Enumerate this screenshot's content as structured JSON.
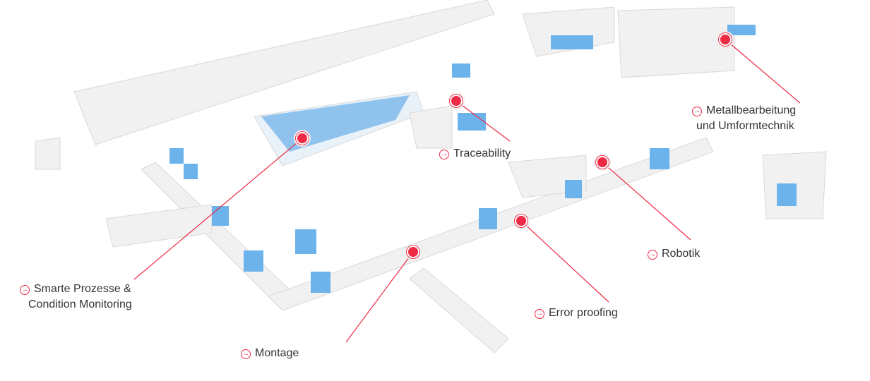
{
  "accent_color": "#ee2a44",
  "hotspots": [
    {
      "id": "metall",
      "label_line1": "Metallbearbeitung",
      "label_line2": "und Umformtechnik",
      "icon": "arrow-right-circle-icon"
    },
    {
      "id": "traceability",
      "label_line1": "Traceability",
      "icon": "arrow-right-circle-icon"
    },
    {
      "id": "smarte",
      "label_line1": "Smarte Prozesse &",
      "label_line2": "Condition Monitoring",
      "icon": "arrow-right-circle-icon"
    },
    {
      "id": "robotik",
      "label_line1": "Robotik",
      "icon": "arrow-right-circle-icon"
    },
    {
      "id": "error",
      "label_line1": "Error proofing",
      "icon": "arrow-right-circle-icon"
    },
    {
      "id": "montage",
      "label_line1": "Montage",
      "icon": "arrow-right-circle-icon"
    }
  ]
}
